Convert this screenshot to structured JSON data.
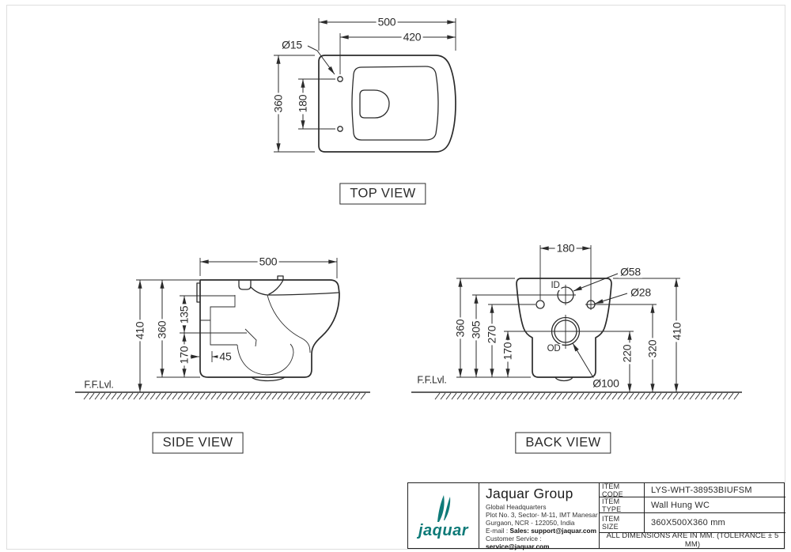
{
  "drawing": {
    "top_view": {
      "label": "TOP VIEW",
      "dim_width": "500",
      "dim_seat_width": "420",
      "dim_depth": "360",
      "dim_hole_spacing": "180",
      "dim_hole_dia": "Ø15"
    },
    "side_view": {
      "label": "SIDE VIEW",
      "dim_length": "500",
      "dim_total_height": "410",
      "dim_body_height": "360",
      "dim_seat_height": "135",
      "dim_trap_height": "170",
      "dim_wall_gap": "45",
      "floor_level": "F.F.Lvl."
    },
    "back_view": {
      "label": "BACK VIEW",
      "dim_hole_spacing": "180",
      "dim_inlet_dia": "Ø58",
      "dim_fix_hole_dia": "Ø28",
      "dim_outlet_dia": "Ø100",
      "inlet_label": "ID",
      "outlet_label": "OD",
      "dim_body_height": "360",
      "dim_inlet_height": "305",
      "dim_fix_hole_height": "270",
      "dim_outlet_height": "170",
      "dim_outlet_floor": "220",
      "dim_fix_hole_floor": "320",
      "dim_total_height": "410",
      "floor_level": "F.F.Lvl."
    }
  },
  "title_block": {
    "brand_mark": "jaquar",
    "company_name": "Jaquar Group",
    "address_line1": "Global Headquarters",
    "address_line2": "Plot No. 3, Sector- M-11, IMT Manesar",
    "address_line3": "Gurgaon, NCR - 122050, India",
    "email_label": "E-mail : ",
    "email_value": "Sales: support@jaquar.com",
    "service_label": "Customer Service : ",
    "service_value": "service@jaquar.com",
    "item_code_label": "ITEM CODE",
    "item_code": "LYS-WHT-38953BIUFSM",
    "item_type_label": "ITEM TYPE",
    "item_type": "Wall Hung WC",
    "item_size_label": "ITEM SIZE",
    "item_size": "360X500X360 mm",
    "note": "ALL DIMENSIONS ARE IN MM. (TOLERANCE ± 5 MM)"
  },
  "colors": {
    "line": "#2b2b2b",
    "brand": "#0e7a78"
  }
}
